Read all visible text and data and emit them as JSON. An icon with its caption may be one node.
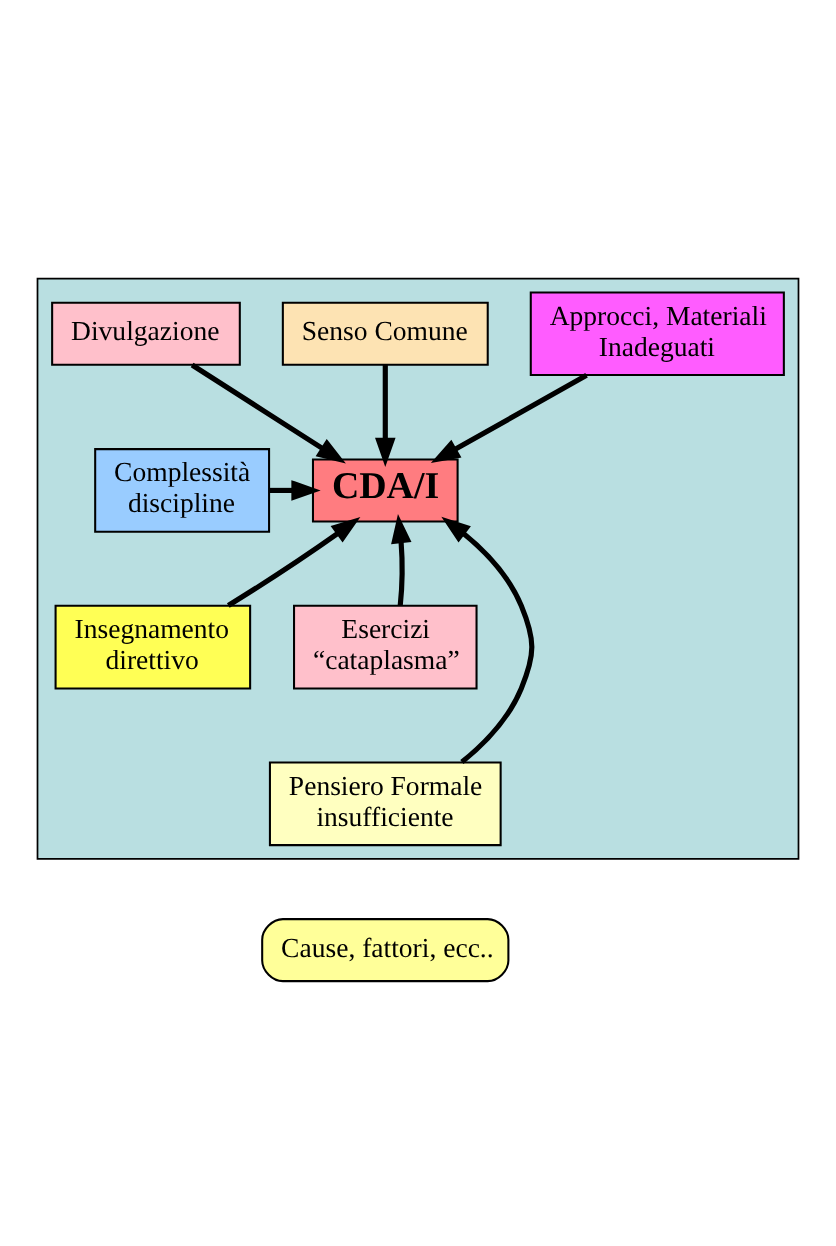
{
  "diagram": {
    "nodes": [
      {
        "text": [],
        "shape": "box"
      },
      {
        "text": [
          "Approcci, Materiali Inadeguati"
        ],
        "in": 0
      },
      {
        "text": [
          "Senso Comune"
        ],
        "in": 0
      },
      {
        "text": [
          "Divulgazione"
        ],
        "in": 0
      },
      {
        "text": [
          "CDA/I"
        ],
        "in": 0
      },
      {
        "text": [
          "Complessità discipline"
        ],
        "in": 0
      },
      {
        "text": [
          "Insegnamento direttivo"
        ],
        "in": 0
      },
      {
        "text": [
          "Esercizi “cataplasma”"
        ],
        "in": 0
      },
      {
        "text": [
          "Pensiero Formale insufficiente"
        ],
        "in": 0
      },
      {
        "text": [
          "Cause, fattori, ecc.."
        ]
      }
    ],
    "edges": [
      {
        "from": 2,
        "to": 4,
        "arrow": "to"
      },
      {
        "from": 1,
        "to": 4,
        "arrow": "to"
      },
      {
        "from": 3,
        "to": 4,
        "arrow": "to"
      },
      {
        "from": 5,
        "to": 4,
        "arrow": "to"
      },
      {
        "from": 6,
        "to": 4,
        "arrow": "to"
      },
      {
        "from": 8,
        "to": 4,
        "arrow": "to"
      },
      {
        "from": 7,
        "to": 4,
        "arrow": "to"
      }
    ]
  }
}
